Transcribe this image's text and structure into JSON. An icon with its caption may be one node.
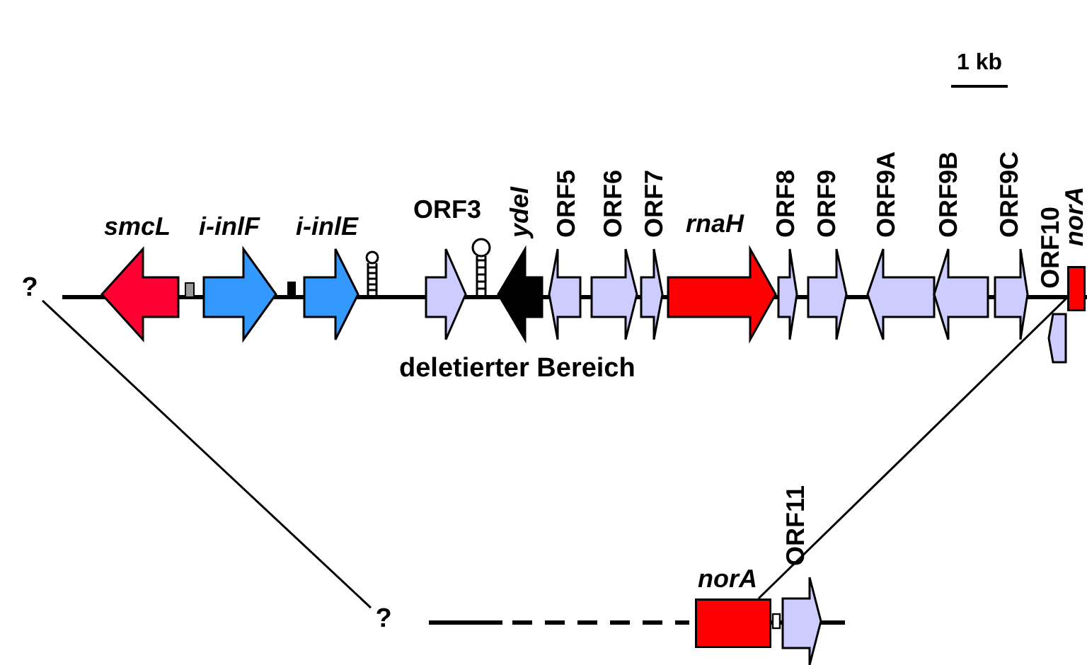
{
  "diagram": {
    "nodes": [
      {
        "text": [
          "?"
        ]
      },
      {
        "text": [
          "smcL"
        ]
      },
      {
        "text": [
          "i-inlF"
        ]
      },
      {
        "text": [
          "i-inlE"
        ]
      },
      {
        "text": [
          "ORF3"
        ]
      },
      {
        "text": [
          "ydeI"
        ]
      },
      {
        "text": [
          "ORF5"
        ]
      },
      {
        "text": [
          "ORF6"
        ]
      },
      {
        "text": [
          "ORF7"
        ]
      },
      {
        "text": [
          "rnaH"
        ]
      },
      {
        "text": [
          "ORF8"
        ]
      },
      {
        "text": [
          "ORF9"
        ]
      },
      {
        "text": [
          "ORF9A"
        ]
      },
      {
        "text": [
          "ORF9B"
        ]
      },
      {
        "text": [
          "ORF9C"
        ]
      },
      {
        "text": [
          "ORF10"
        ]
      },
      {
        "text": [
          "norA"
        ]
      },
      {
        "text": [
          "?"
        ]
      },
      {
        "text": [
          "norA"
        ]
      },
      {
        "text": [
          "ORF11"
        ]
      }
    ],
    "edges": [
      {
        "from": 0,
        "to": 17,
        "arrow": "none"
      },
      {
        "from": 16,
        "to": 18,
        "arrow": "none"
      }
    ],
    "labels": [
      "1 kb",
      "deletierter Bereich"
    ]
  }
}
